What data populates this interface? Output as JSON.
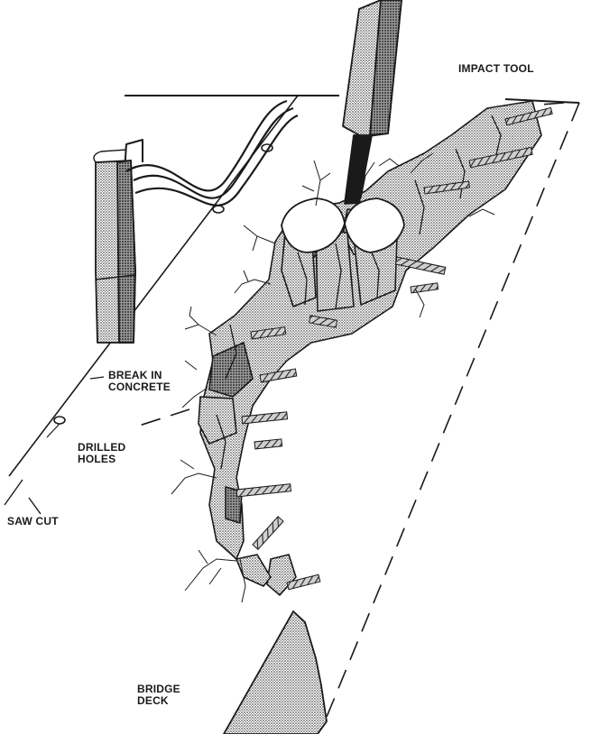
{
  "labels": {
    "impact_tool": "IMPACT TOOL",
    "break_in_concrete": [
      "BREAK IN",
      "CONCRETE"
    ],
    "drilled_holes": [
      "DRILLED",
      "HOLES"
    ],
    "saw_cut": "SAW CUT",
    "bridge_deck": [
      "BRIDGE",
      "DECK"
    ]
  },
  "colors": {
    "ink": "#1a1a1a",
    "stipple": "#bdbdbd",
    "paper": "#ffffff"
  }
}
